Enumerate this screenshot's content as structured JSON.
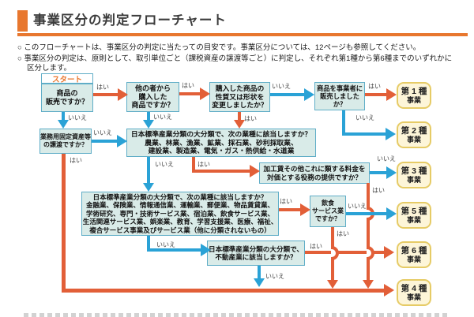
{
  "header": {
    "title": "事業区分の判定フローチャート",
    "note1": "○ このフローチャートは、事業区分の判定に当たっての目安です。事業区分については、12ページも参照してください。",
    "note2": "○ 事業区分の判定は、原則として、取引単位ごと（課税資産の譲渡等ごと）に判定し、それぞれ第1種から第6種までのいずれかに",
    "note2_cont": "区分します。"
  },
  "labels": {
    "yes": "はい",
    "no": "いいえ"
  },
  "nodes": {
    "start": "スタート",
    "q_goods_sale": "商品の\n販売ですか？",
    "q_purchased_from_others": "他の者から\n購入した\n商品ですか？",
    "q_changed_form": "購入した商品の\n性質又は形状を\n変更しましたか？",
    "q_sold_to_business": "商品を事業者に\n販売しましたか？",
    "q_fixed_asset": "業務用固定資産等\nの譲渡ですか？",
    "q_industry_group1": "日本標準産業分類の大分類で、次の業種に該当しますか？\n農業、林業、漁業、鉱業、採石業、砂利採取業、\n建設業、製造業、電気・ガス・熱供給・水道業",
    "q_processing_fee": "加工賃その他これに類する料金を\n対価とする役務の提供ですか？",
    "q_industry_group2": "日本標準産業分類の大分類で、次の業種に該当しますか？\n金融業、保険業、情報通信業、運輸業、郵便業、物品賃貸業、\n学術研究、専門・技術サービス業、宿泊業、飲食サービス業、\n生活関連サービス業、娯楽業、教育、学習支援業、医療、福祉、\n複合サービス事業及びサービス業（他に分類されないもの）",
    "q_food_service": "飲食\nサービス業\nですか？",
    "q_real_estate": "日本標準産業分類の大分類で、\n不動産業に該当しますか？"
  },
  "results": [
    {
      "line1": "第 1 種",
      "line2": "事業"
    },
    {
      "line1": "第 2 種",
      "line2": "事業"
    },
    {
      "line1": "第 3 種",
      "line2": "事業"
    },
    {
      "line1": "第 5 種",
      "line2": "事業"
    },
    {
      "line1": "第 6 種",
      "line2": "事業"
    },
    {
      "line1": "第 4 種",
      "line2": "事業"
    }
  ],
  "colors": {
    "accent_orange": "#e8772e",
    "arrow_yes_orange": "#e25f38",
    "arrow_no_blue": "#2aa2d6",
    "question_box_fill": "#d9ebe8",
    "question_box_border": "#5fadc7",
    "result_box_fill": "#fdf5d8",
    "result_box_border": "#e6cb66"
  }
}
